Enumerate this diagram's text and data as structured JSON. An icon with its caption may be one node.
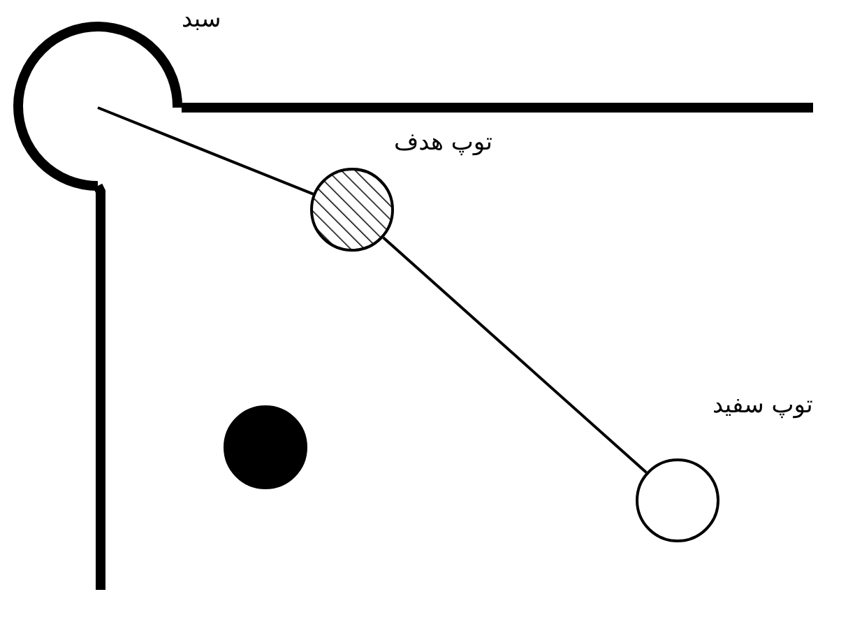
{
  "diagram": {
    "nodes": [
      {
        "text": [
          "سبد"
        ]
      },
      {
        "text": [
          "توپ هدف"
        ]
      },
      {
        "text": [
          "توپ سفید"
        ]
      },
      {
        "text": [],
        "shape": "circle"
      }
    ],
    "edges": [
      {
        "from": 0,
        "to": 1,
        "arrow": "none"
      },
      {
        "from": 1,
        "to": 2,
        "arrow": "none"
      }
    ]
  }
}
